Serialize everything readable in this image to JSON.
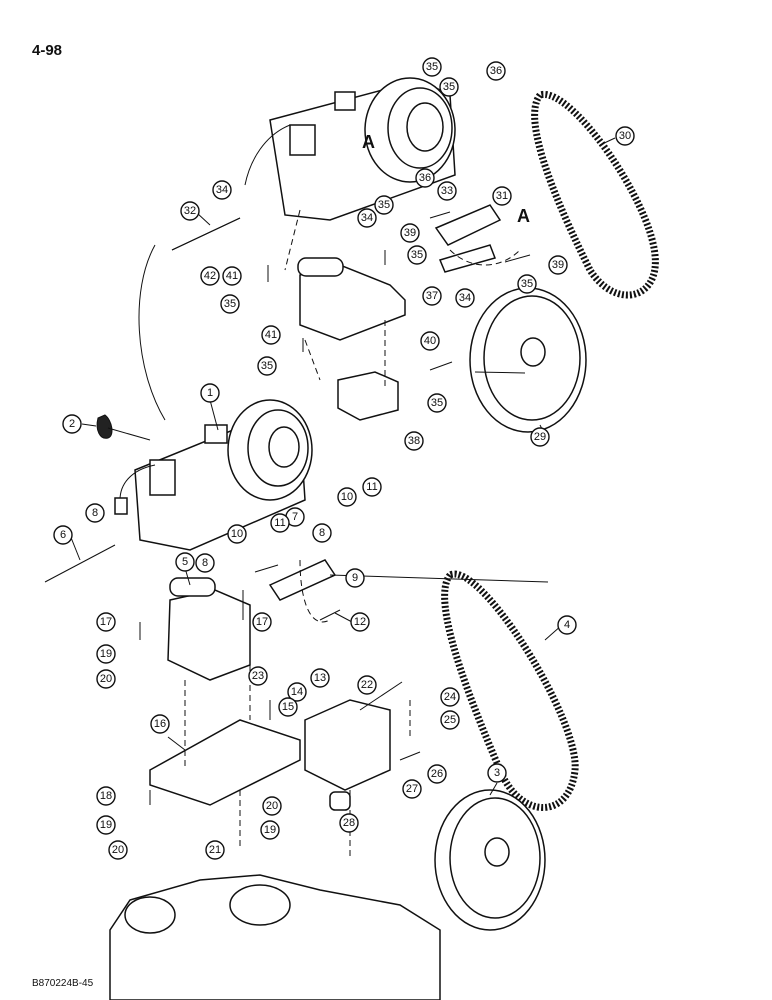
{
  "page_number": "4-98",
  "figure_id": "B870224B-45",
  "view_markers": [
    "A",
    "A"
  ],
  "callouts": [
    "1",
    "2",
    "3",
    "4",
    "5",
    "6",
    "7",
    "8",
    "8",
    "8",
    "9",
    "10",
    "10",
    "11",
    "11",
    "12",
    "13",
    "14",
    "15",
    "16",
    "17",
    "17",
    "18",
    "19",
    "19",
    "19",
    "20",
    "20",
    "20",
    "21",
    "22",
    "23",
    "24",
    "25",
    "26",
    "27",
    "28",
    "29",
    "30",
    "31",
    "32",
    "33",
    "34",
    "34",
    "34",
    "35",
    "35",
    "35",
    "35",
    "35",
    "35",
    "35",
    "35",
    "36",
    "36",
    "37",
    "38",
    "39",
    "39",
    "40",
    "41",
    "41",
    "42"
  ]
}
